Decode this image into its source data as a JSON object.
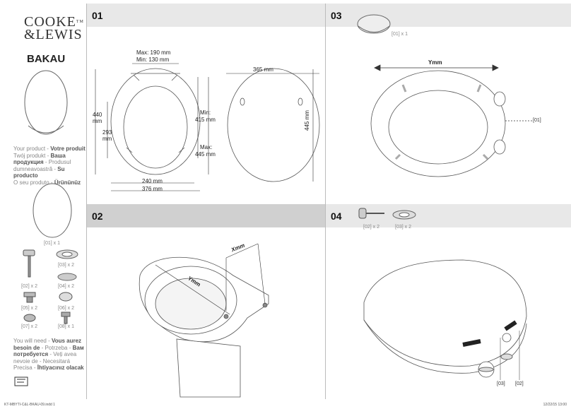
{
  "brand": {
    "name_line1": "COOKE",
    "name_line2": "&LEWIS",
    "tm": "TM"
  },
  "product": "BAKAU",
  "product_desc": {
    "line1": "Your product - ",
    "line1b": "Votre produit",
    "line2": "Twój produkt - ",
    "line2b": "Ваша",
    "line3b": "продукция",
    "line3": " - Produsul",
    "line4": "dumneavoastră - ",
    "line4b": "Su producto",
    "line5": "O seu produto - ",
    "line5b": "Ürününüz"
  },
  "parts": {
    "p01": "[01] x 1",
    "p02": "[02] x 2",
    "p03": "[03] x 2",
    "p04": "[04] x 2",
    "p05": "[05] x 2",
    "p06": "[06] x 2",
    "p07": "[07] x 2",
    "p08": "[08] x 1"
  },
  "need_desc": {
    "line1": "You will need - ",
    "line1b": "Vous aurez",
    "line2b": "besoin de",
    "line2": " - Potrzeba - ",
    "line2c": "Вам",
    "line3b": "потребуется",
    "line3": " - Veți avea",
    "line4": "nevoie de - Necesitará",
    "line5": "Precisa - ",
    "line5b": "İhtiyacınız olacak"
  },
  "panels": {
    "p01": "01",
    "p02": "02",
    "p03": "03",
    "p04": "04"
  },
  "dims": {
    "max190": "Max: 190 mm",
    "min130": "Min: 130 mm",
    "d440a": "440",
    "d440b": "mm",
    "d293a": "293",
    "d293b": "mm",
    "min415a": "Min:",
    "min415b": "415 mm",
    "max445a": "Max:",
    "max445b": "445 mm",
    "d240": "240 mm",
    "d376": "376 mm",
    "d365": "365 mm",
    "d445": "445 mm"
  },
  "step2": {
    "xmm": "Xmm",
    "ymm": "Ymm"
  },
  "step3": {
    "ymm": "Ymm",
    "callout": "[01]",
    "part": "[01] x 1"
  },
  "step4": {
    "p02": "[02] x 2",
    "p03": "[03] x 2",
    "c03": "[03]",
    "c02": "[02]"
  },
  "footer": {
    "left": "KT-MBYTI-C&L-BKAU-09.indd  1",
    "right": "12/22/15  13:00"
  }
}
